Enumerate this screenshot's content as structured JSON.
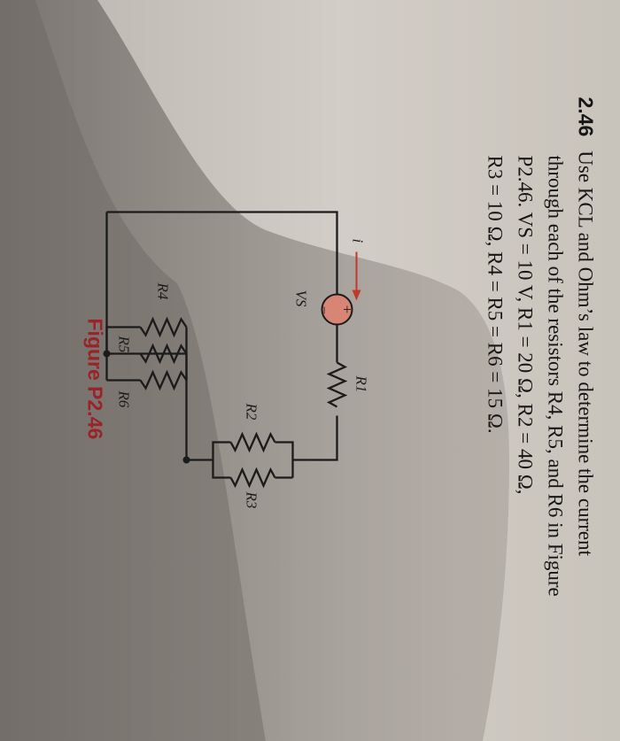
{
  "problem": {
    "number": "2.46",
    "lines": [
      "Use KCL and Ohm’s law to determine the current",
      "through each of the resistors R4, R5, and R6 in Figure",
      "P2.46. VS = 10 V, R1 = 20 Ω, R2 = 40 Ω,",
      "R3 = 10 Ω, R4 = R5 = R6 = 15 Ω."
    ]
  },
  "figure": {
    "caption": "Figure P2.46",
    "labels": {
      "vs": "VS",
      "plus": "+",
      "minus": "−",
      "i": "i",
      "r1": "R1",
      "r2": "R2",
      "r3": "R3",
      "r4": "R4",
      "r5": "R5",
      "r6": "R6"
    }
  },
  "colors": {
    "caption": "#9b2226",
    "arrow": "#c0392b",
    "source_fill": "#d98576"
  }
}
